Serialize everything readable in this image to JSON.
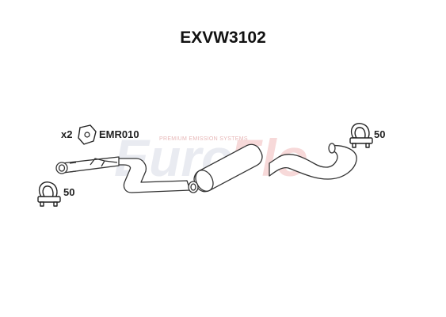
{
  "part_number": "EXVW3102",
  "watermark": {
    "brand_a": "Euro",
    "brand_b": "Flo",
    "tagline": "PREMIUM EMISSION SYSTEMS",
    "color_a": "#e9ebf1",
    "color_b": "#f7d9d9"
  },
  "gasket": {
    "quantity": "x2",
    "code": "EMR010"
  },
  "clamps": [
    {
      "size": "50",
      "position": "left"
    },
    {
      "size": "50",
      "position": "right"
    }
  ],
  "colors": {
    "line": "#333333",
    "fill": "#ffffff"
  }
}
